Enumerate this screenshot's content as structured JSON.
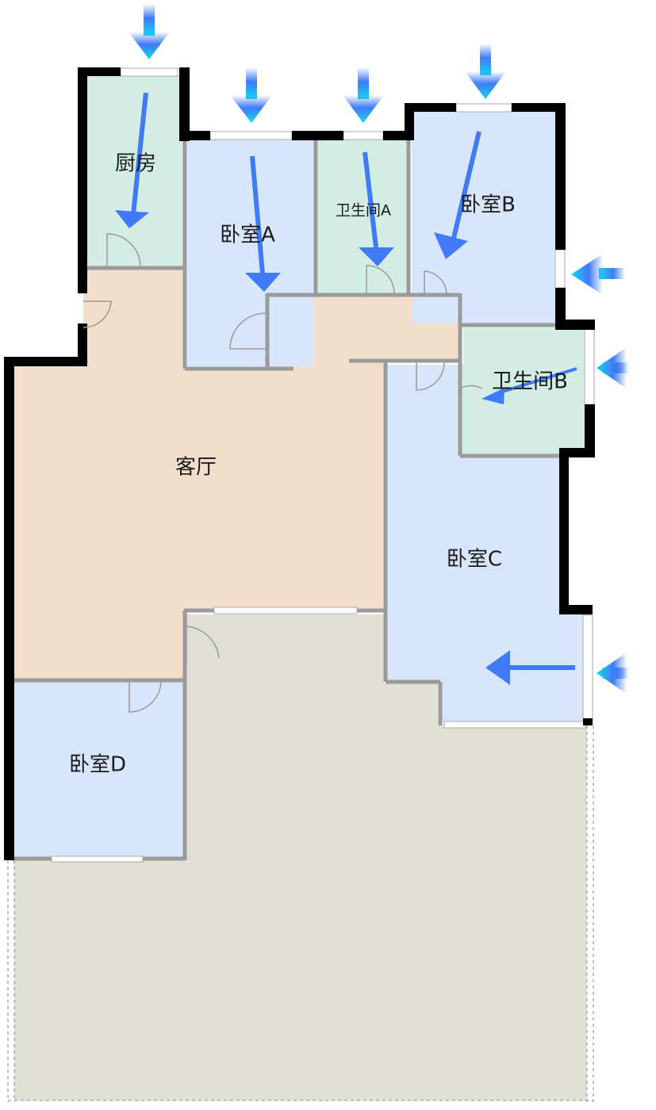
{
  "rooms": {
    "kitchen": "厨房",
    "bedroom_a": "卧室A",
    "bathroom_a": "卫生间A",
    "bedroom_b": "卧室B",
    "bathroom_b": "卫生间B",
    "living_room": "客厅",
    "bedroom_c": "卧室C",
    "bedroom_d": "卧室D"
  },
  "colors": {
    "wet_room": "#d3ece4",
    "bedroom": "#d8e6fc",
    "living": "#f2dfcb",
    "terrace": "#dfe0d3",
    "wall": "#000000",
    "inner_wall": "#9a9a9a",
    "airflow": "#3f7bf7",
    "airflow_light": "#14d4f0"
  }
}
